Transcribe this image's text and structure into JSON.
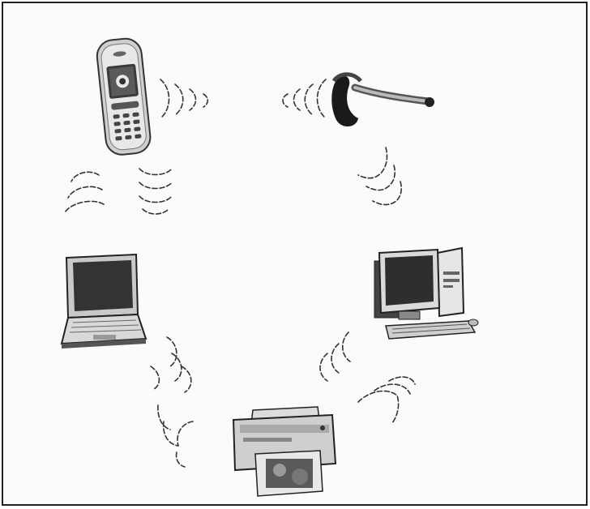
{
  "diagram": {
    "devices": [
      {
        "id": "mobile-phone",
        "icon": "mobile-phone-icon"
      },
      {
        "id": "bluetooth-headset",
        "icon": "bluetooth-headset-icon"
      },
      {
        "id": "laptop",
        "icon": "laptop-icon"
      },
      {
        "id": "desktop-computer",
        "icon": "desktop-computer-icon"
      },
      {
        "id": "printer",
        "icon": "printer-icon"
      }
    ],
    "signal_icon": "wireless-signal-icon"
  }
}
